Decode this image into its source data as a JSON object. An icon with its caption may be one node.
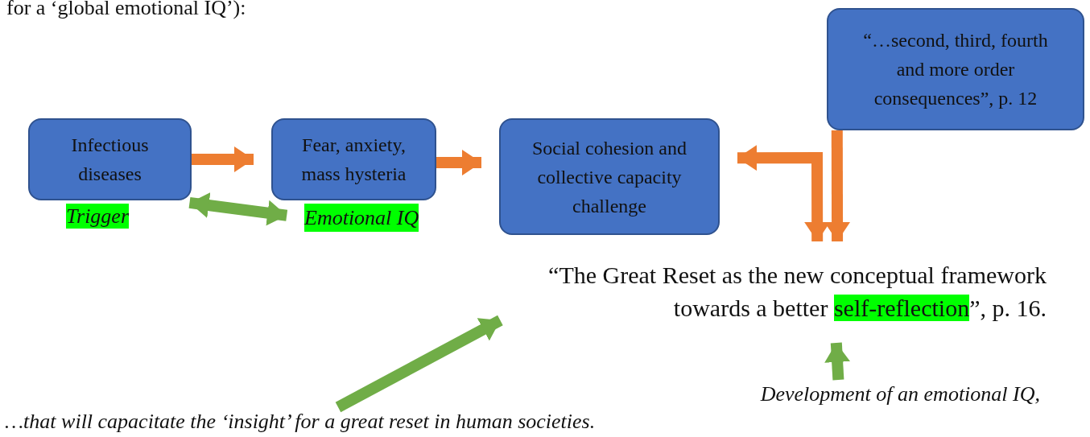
{
  "diagram": {
    "nodes": [
      {
        "text": [
          "Infectious diseases"
        ],
        "beside": [
          "Trigger"
        ]
      },
      {
        "text": [
          "Fear, anxiety, mass hysteria"
        ]
      },
      {
        "text": [
          "Emotional IQ"
        ]
      },
      {
        "text": [
          "Social cohesion and collective capacity challenge"
        ]
      },
      {
        "text": [
          "“…second, third, fourth and more order consequences”, p. 12"
        ]
      },
      {
        "text": [
          "“The Great Reset as the new conceptual framework towards a better **self-reflection**”, p. 16."
        ]
      },
      {
        "text": [
          "Development of an emotional IQ,"
        ]
      },
      {
        "text": [
          "…that will capacitate the ‘insight’ for a great reset in human societies."
        ]
      }
    ],
    "edges": [
      {
        "from": 0,
        "to": 1,
        "arrow": "to"
      },
      {
        "from": 0,
        "to": 2,
        "arrow": "both",
        "color": "#70ad47"
      },
      {
        "from": 1,
        "to": 3,
        "arrow": "to"
      },
      {
        "from": 3,
        "to": 5,
        "arrow": "both"
      },
      {
        "from": 4,
        "to": 5,
        "arrow": "to"
      },
      {
        "from": 7,
        "to": 5,
        "arrow": "to",
        "color": "#70ad47"
      },
      {
        "from": 6,
        "to": 5,
        "arrow": "to",
        "color": "#70ad47"
      }
    ],
    "labels": [
      "for a ‘global emotional IQ’):"
    ]
  }
}
